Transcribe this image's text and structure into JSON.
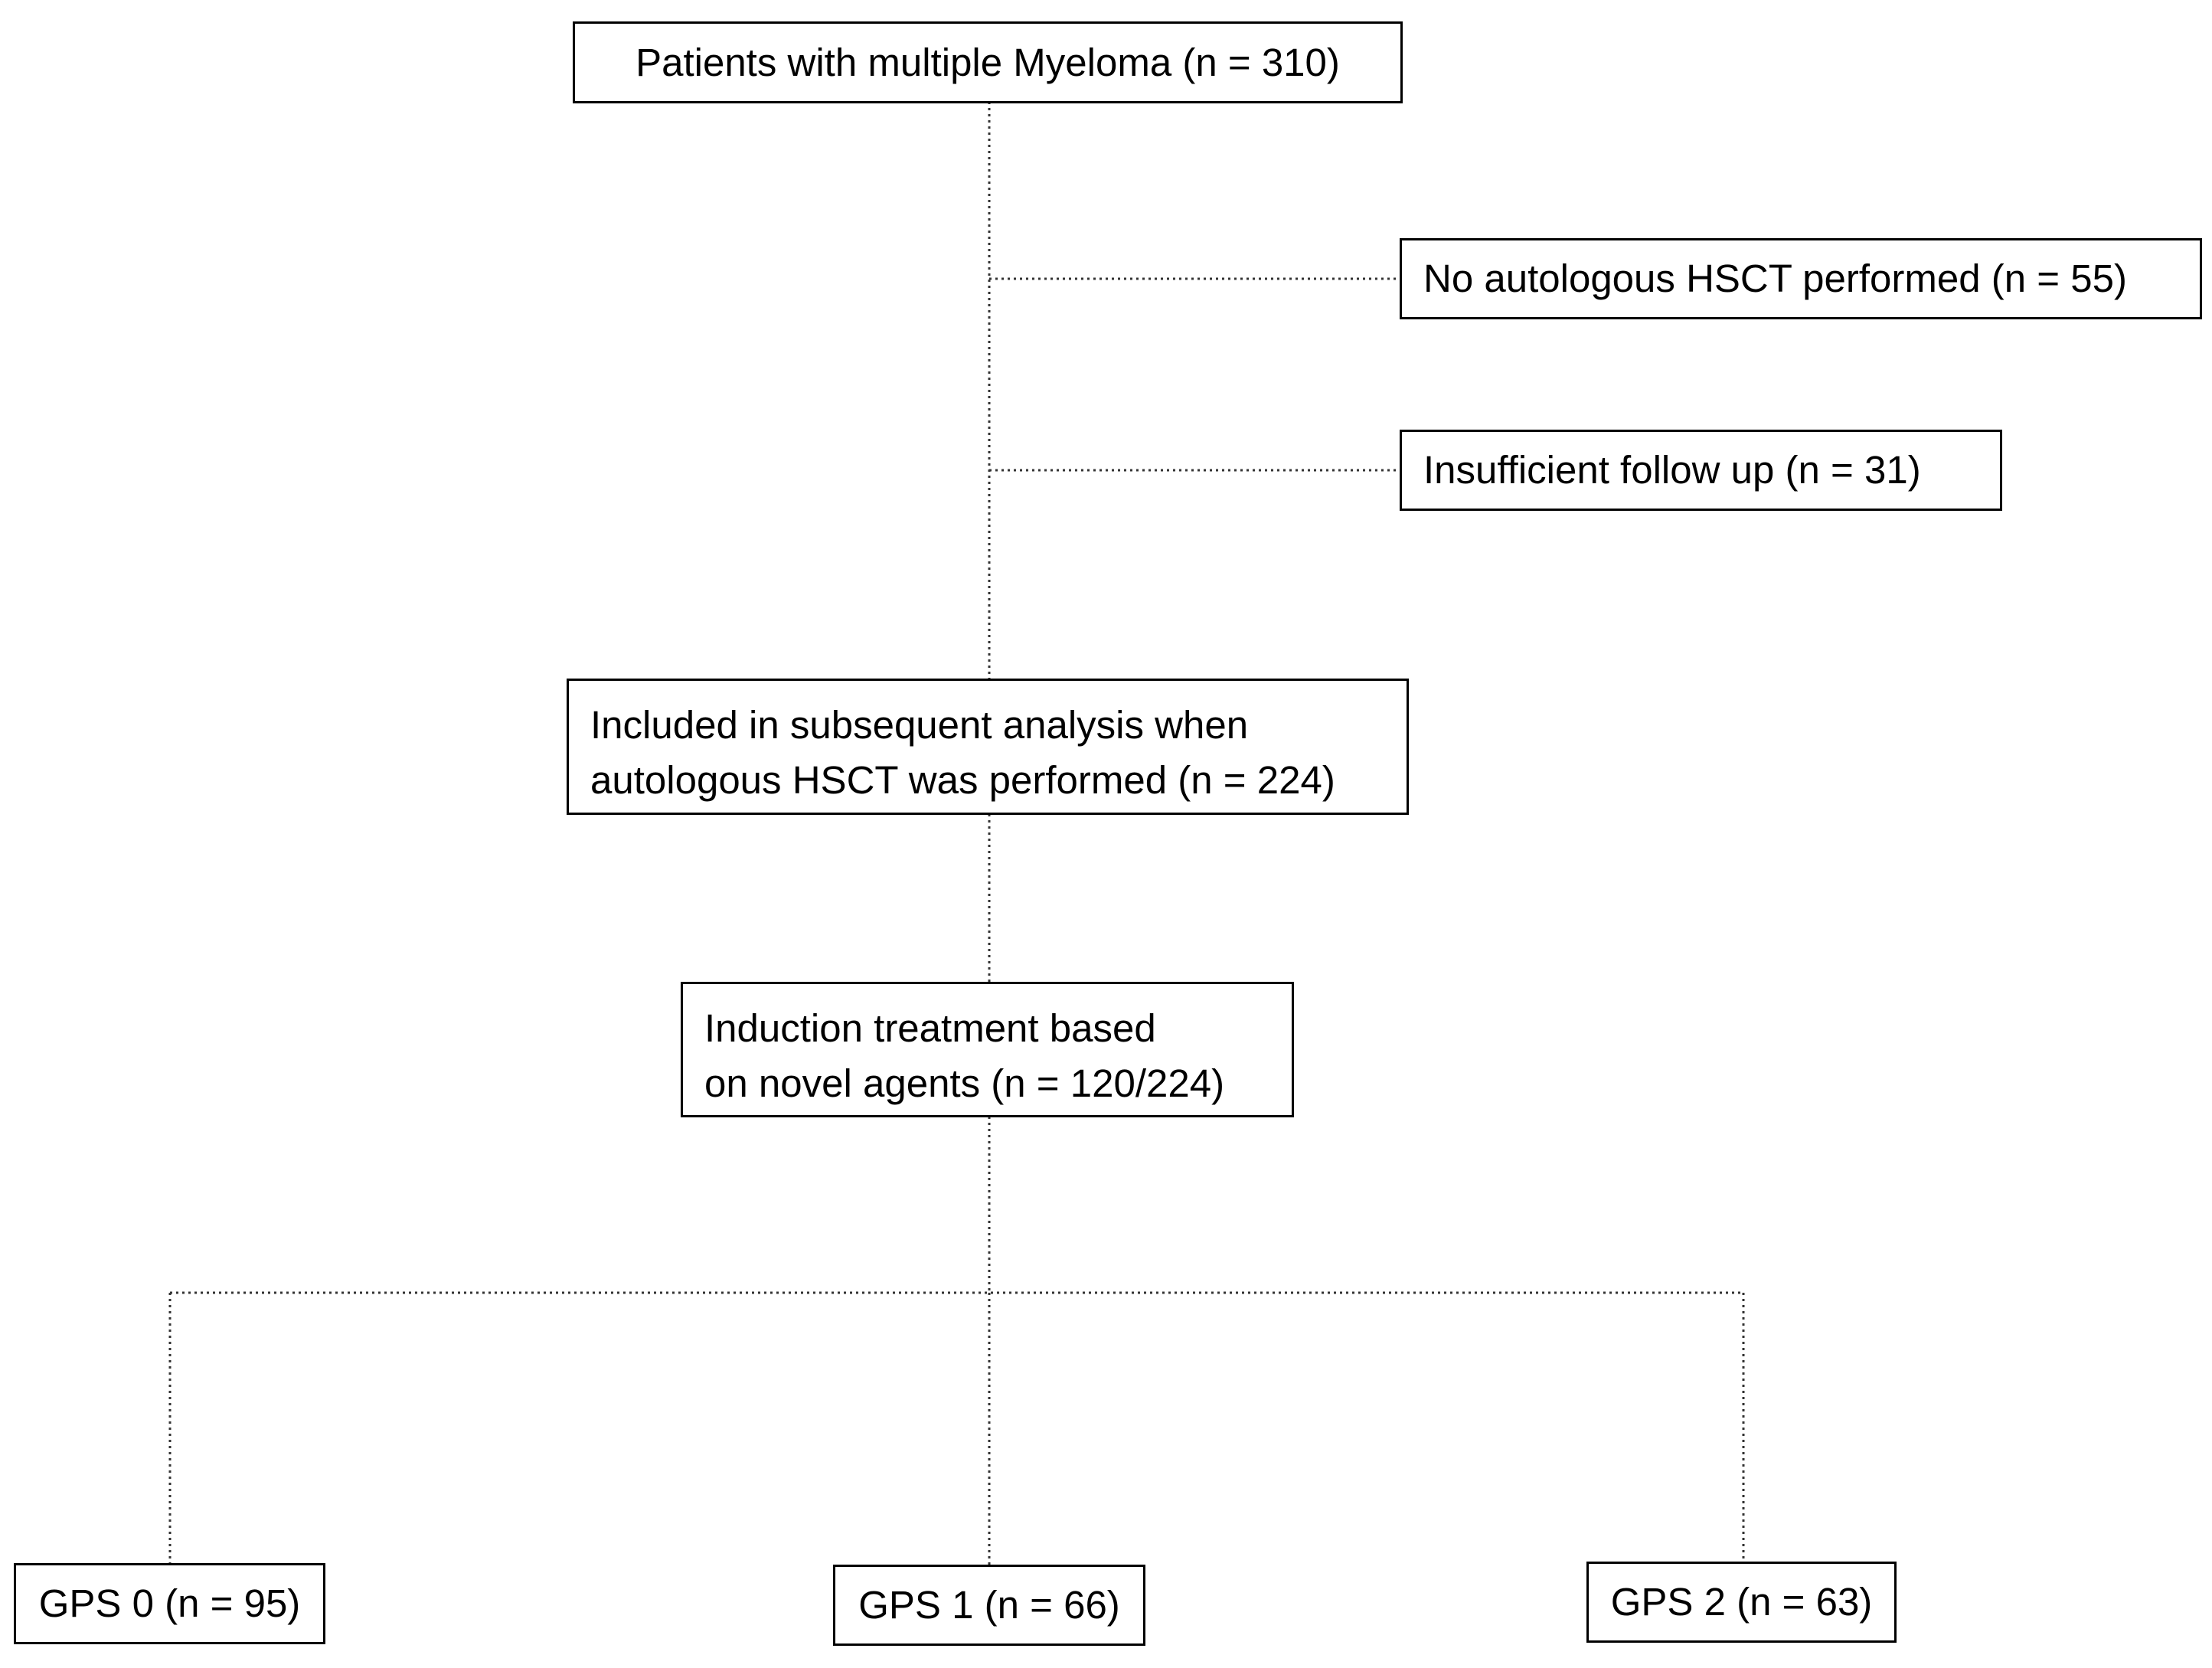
{
  "flowchart": {
    "root": {
      "label": "Patients with multiple Myeloma (n = 310)"
    },
    "exclusions": [
      {
        "label": "No autologous HSCT performed (n = 55)"
      },
      {
        "label": "Insufficient follow up (n = 31)"
      }
    ],
    "included": {
      "line1": "Included in subsequent analysis when",
      "line2": "autologous HSCT was performed (n = 224)"
    },
    "induction": {
      "line1": "Induction treatment based",
      "line2": "on novel agents (n = 120/224)"
    },
    "groups": [
      {
        "label": "GPS 0 (n = 95)"
      },
      {
        "label": "GPS 1 (n = 66)"
      },
      {
        "label": "GPS 2 (n = 63)"
      }
    ]
  },
  "style": {
    "line_color": "#333333",
    "box_border_color": "#000000",
    "connector_style": "dotted"
  }
}
